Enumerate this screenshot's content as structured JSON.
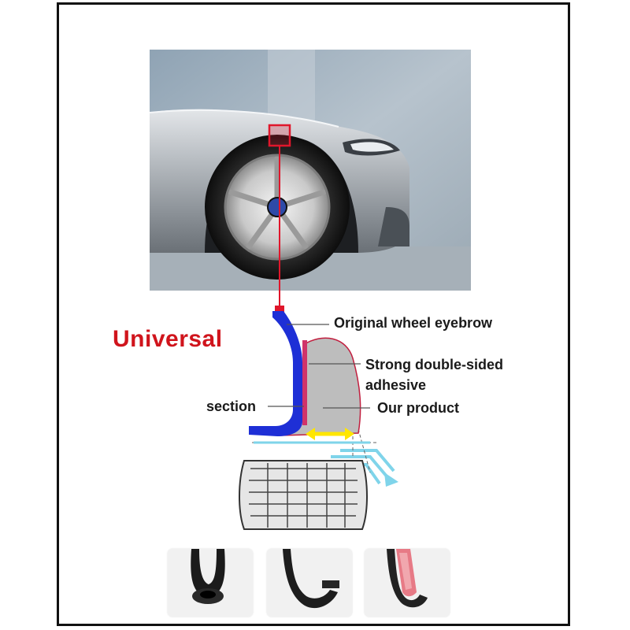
{
  "headline": "Universal",
  "labels": {
    "original": "Original wheel eyebrow",
    "adhesive_line1": "Strong double-sided",
    "adhesive_line2": "adhesive",
    "section": "section",
    "product": "Our product"
  },
  "colors": {
    "headline": "#d0141c",
    "fender_profile": "#1e2fd6",
    "adhesive_strip": "#d0336a",
    "product_fill": "#bdbdbd",
    "arrow": "#ffe600",
    "airflow": "#8fdcef"
  },
  "thumbnails": [
    {
      "icon": "trim-profile-black-icon"
    },
    {
      "icon": "trim-profile-lip-icon"
    },
    {
      "icon": "trim-profile-adhesive-icon"
    }
  ]
}
